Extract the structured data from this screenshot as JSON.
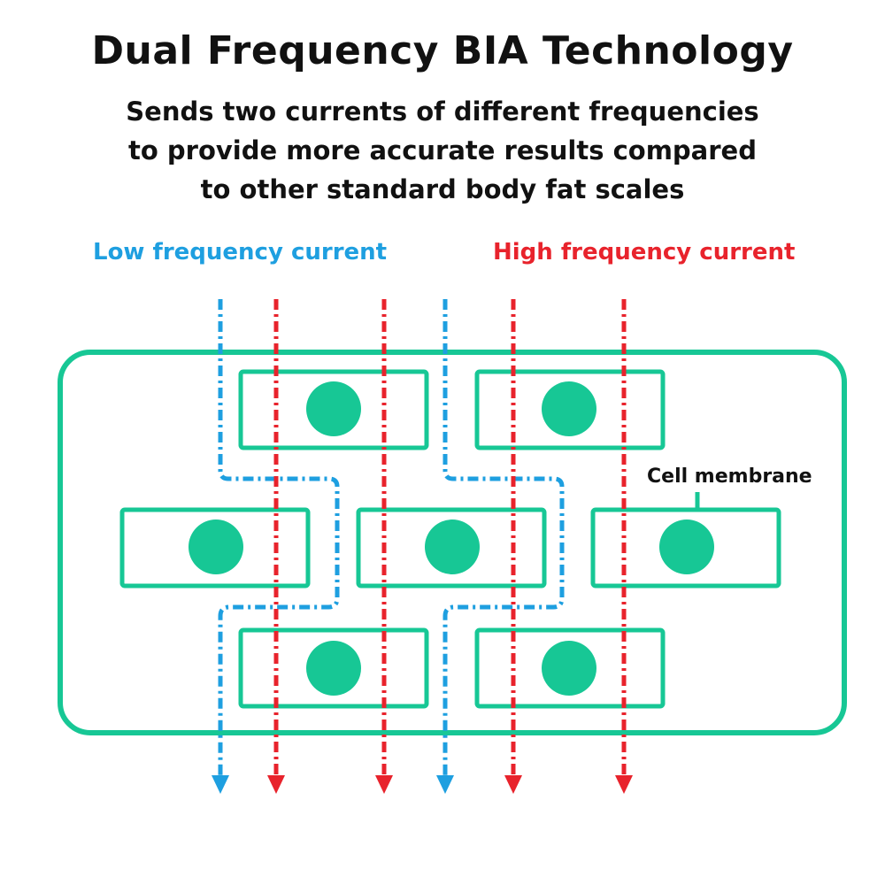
{
  "title": "Dual Frequency BIA Technology",
  "subtitle_lines": [
    "Sends two currents of different frequencies",
    "to provide more accurate results compared",
    "to other standard body fat scales"
  ],
  "legend": {
    "low": "Low frequency current",
    "high": "High frequency current"
  },
  "cell_label": "Cell membrane",
  "colors": {
    "low": "#1e9fe0",
    "high": "#e8232c",
    "cell": "#17c795",
    "text": "#111111"
  },
  "icons": {
    "current_end": "arrow-down-icon"
  }
}
